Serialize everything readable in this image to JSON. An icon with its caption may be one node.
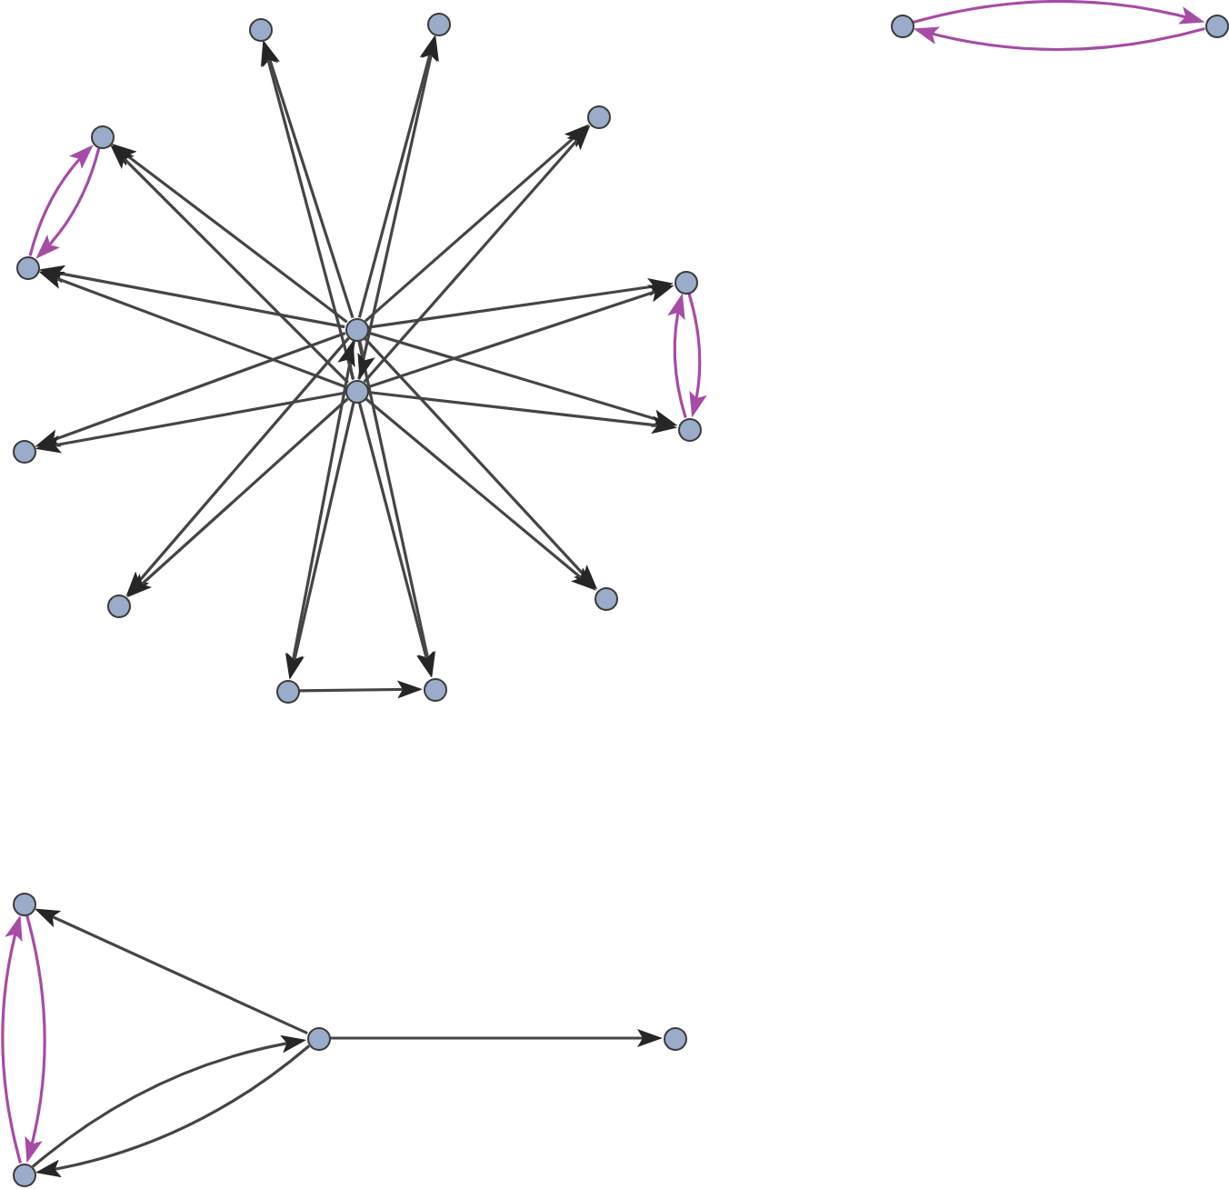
{
  "diagram": {
    "nodes": [
      {
        "text": [],
        "shape": "circle"
      },
      {
        "text": [],
        "shape": "circle"
      },
      {
        "text": [],
        "shape": "circle"
      },
      {
        "text": [],
        "shape": "circle"
      },
      {
        "text": [],
        "shape": "circle"
      },
      {
        "text": [],
        "shape": "circle"
      },
      {
        "text": [],
        "shape": "circle"
      },
      {
        "text": [],
        "shape": "circle"
      },
      {
        "text": [],
        "shape": "circle"
      },
      {
        "text": [],
        "shape": "circle"
      },
      {
        "text": [],
        "shape": "circle"
      },
      {
        "text": [],
        "shape": "circle"
      },
      {
        "text": [],
        "shape": "circle"
      },
      {
        "text": [],
        "shape": "circle"
      },
      {
        "text": [],
        "shape": "circle"
      },
      {
        "text": [],
        "shape": "circle"
      },
      {
        "text": [],
        "shape": "circle"
      },
      {
        "text": [],
        "shape": "circle"
      },
      {
        "text": [],
        "shape": "circle"
      },
      {
        "text": [],
        "shape": "circle"
      }
    ],
    "edges": [
      {
        "from": 8,
        "to": 0,
        "arrow": "to"
      },
      {
        "from": 9,
        "to": 0,
        "arrow": "to"
      },
      {
        "from": 8,
        "to": 1,
        "arrow": "to"
      },
      {
        "from": 9,
        "to": 1,
        "arrow": "to"
      },
      {
        "from": 8,
        "to": 4,
        "arrow": "to"
      },
      {
        "from": 9,
        "to": 4,
        "arrow": "to"
      },
      {
        "from": 8,
        "to": 5,
        "arrow": "to"
      },
      {
        "from": 9,
        "to": 5,
        "arrow": "to"
      },
      {
        "from": 8,
        "to": 6,
        "arrow": "to"
      },
      {
        "from": 9,
        "to": 6,
        "arrow": "to"
      },
      {
        "from": 8,
        "to": 7,
        "arrow": "to"
      },
      {
        "from": 9,
        "to": 7,
        "arrow": "to"
      },
      {
        "from": 8,
        "to": 10,
        "arrow": "to"
      },
      {
        "from": 9,
        "to": 10,
        "arrow": "to"
      },
      {
        "from": 8,
        "to": 11,
        "arrow": "to"
      },
      {
        "from": 9,
        "to": 11,
        "arrow": "to"
      },
      {
        "from": 8,
        "to": 12,
        "arrow": "to"
      },
      {
        "from": 9,
        "to": 12,
        "arrow": "to"
      },
      {
        "from": 8,
        "to": 13,
        "arrow": "to"
      },
      {
        "from": 9,
        "to": 13,
        "arrow": "to"
      },
      {
        "from": 8,
        "to": 14,
        "arrow": "to"
      },
      {
        "from": 9,
        "to": 14,
        "arrow": "to"
      },
      {
        "from": 8,
        "to": 15,
        "arrow": "to"
      },
      {
        "from": 9,
        "to": 15,
        "arrow": "to"
      },
      {
        "from": 8,
        "to": 9,
        "arrow": "to"
      },
      {
        "from": 9,
        "to": 8,
        "arrow": "to"
      },
      {
        "from": 2,
        "to": 3,
        "arrow": "to",
        "color": "#a64ca6"
      },
      {
        "from": 3,
        "to": 2,
        "arrow": "to",
        "color": "#a64ca6"
      },
      {
        "from": 6,
        "to": 5,
        "arrow": "to",
        "color": "#a64ca6"
      },
      {
        "from": 5,
        "to": 6,
        "arrow": "to",
        "color": "#a64ca6"
      },
      {
        "from": 10,
        "to": 7,
        "arrow": "to",
        "color": "#a64ca6"
      },
      {
        "from": 7,
        "to": 10,
        "arrow": "to",
        "color": "#a64ca6"
      },
      {
        "from": 14,
        "to": 15,
        "arrow": "to"
      },
      {
        "from": 17,
        "to": 16,
        "arrow": "to"
      },
      {
        "from": 17,
        "to": 18,
        "arrow": "to"
      },
      {
        "from": 19,
        "to": 17,
        "arrow": "to"
      },
      {
        "from": 17,
        "to": 19,
        "arrow": "to"
      },
      {
        "from": 19,
        "to": 16,
        "arrow": "to",
        "color": "#a64ca6"
      },
      {
        "from": 16,
        "to": 19,
        "arrow": "to",
        "color": "#a64ca6"
      }
    ]
  }
}
